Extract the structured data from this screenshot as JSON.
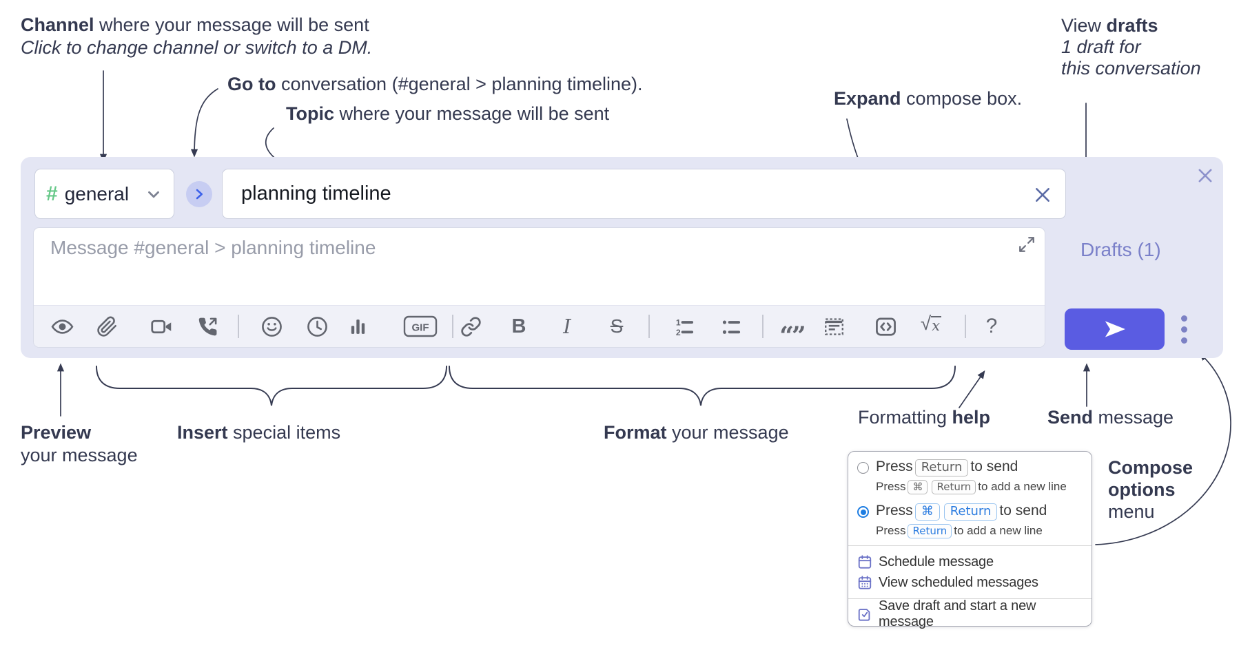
{
  "annotations": {
    "channel": {
      "bold": "Channel",
      "rest": " where your message will be sent",
      "italic": "Click to change channel or switch to a DM."
    },
    "goto": {
      "bold": "Go to",
      "rest": " conversation (#general > planning timeline)."
    },
    "topic": {
      "bold": "Topic",
      "rest": " where your message will be sent"
    },
    "expand": {
      "bold": "Expand",
      "rest": " compose box."
    },
    "drafts": {
      "line1_regular": "View ",
      "line1_bold": "drafts",
      "line2": "1 draft for",
      "line3": "this conversation"
    },
    "preview": {
      "bold": "Preview",
      "line2": "your message"
    },
    "insert": {
      "bold": "Insert",
      "rest": " special items"
    },
    "format": {
      "bold": "Format",
      "rest": " your message"
    },
    "formatting_help": {
      "regular": "Formatting ",
      "bold": "help"
    },
    "send": {
      "bold": "Send",
      "rest": " message"
    },
    "compose_options": {
      "bold1": "Compose",
      "bold2": "options",
      "line3": "menu"
    }
  },
  "compose_box": {
    "channel_selector": {
      "hash": "#",
      "channel_name": "general"
    },
    "topic_input": {
      "value": "planning timeline"
    },
    "message_input": {
      "placeholder": "Message #general > planning timeline"
    },
    "drafts_link": "Drafts (1)",
    "toolbar": {
      "bold_glyph": "B",
      "italic_glyph": "I",
      "strike_glyph": "S",
      "gif_label": "GIF",
      "quote_glyphs": "“”",
      "math_sqrt": "√",
      "math_x": "x",
      "ol_1": "1",
      "ol_2": "2",
      "help_glyph": "?",
      "icon_names": [
        "preview",
        "attach-file",
        "video-call",
        "audio-call",
        "emoji",
        "global-time",
        "poll",
        "gif",
        "link",
        "bold",
        "italic",
        "strikethrough",
        "numbered-list",
        "bulleted-list",
        "quote",
        "spoiler",
        "code",
        "math",
        "help"
      ]
    },
    "colors": {
      "accent_send": "#5a5ce2",
      "drafts_link": "#7a80c9",
      "channel_hash": "#66c888",
      "goto_chevron": "#3c61ea",
      "box_background": "#e4e6f4"
    }
  },
  "options_menu": {
    "option1": {
      "press": "Press",
      "kbd1": "Return",
      "after": "to send",
      "sub_press": "Press",
      "sub_kbd1": "⌘",
      "sub_kbd2": "Return",
      "sub_after": "to add a new line"
    },
    "option2": {
      "press": "Press",
      "kbd1": "⌘",
      "kbd2": "Return",
      "after": "to send",
      "sub_press": "Press",
      "sub_kbd1": "Return",
      "sub_after": "to add a new line"
    },
    "items": [
      "Schedule message",
      "View scheduled messages",
      "Save draft and start a new message"
    ],
    "colors": {
      "selected_radio": "#1d7de2",
      "menu_icon": "#6b72c7"
    }
  }
}
